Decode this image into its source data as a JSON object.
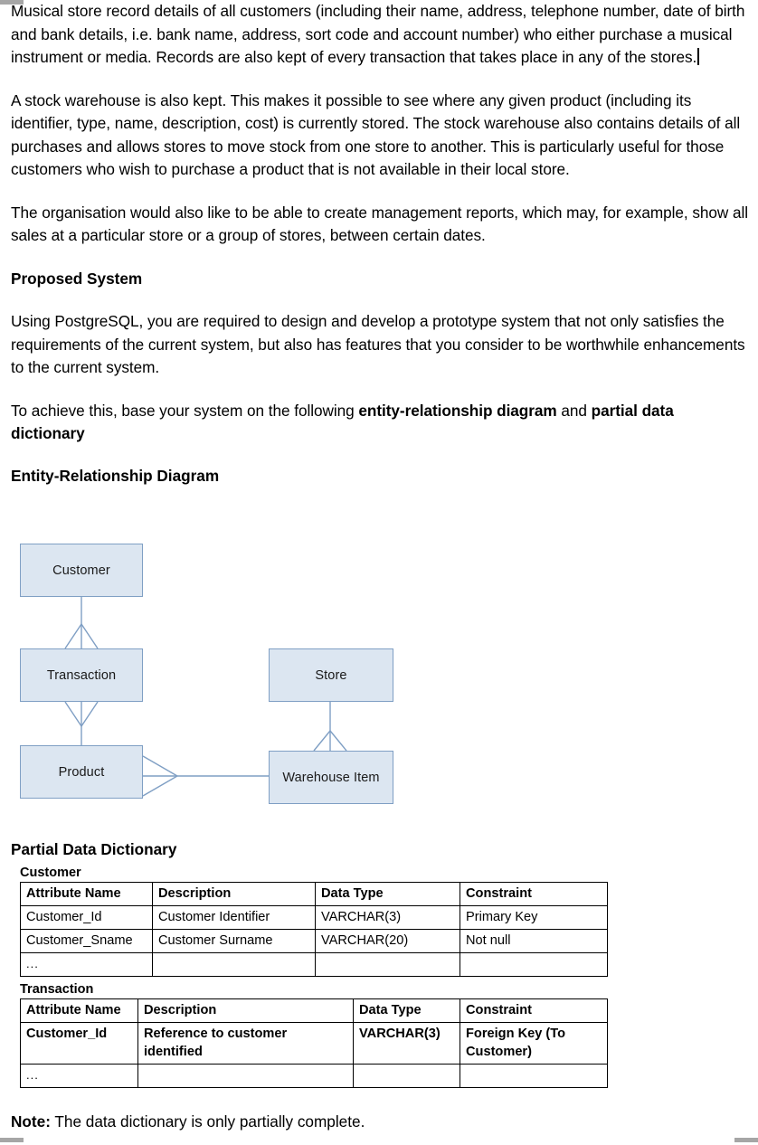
{
  "document": {
    "paragraphs": [
      "Musical store record details of all customers (including their name, address, telephone number, date of birth and bank details, i.e. bank name, address, sort code and account number) who either purchase a musical instrument or media. Records are also kept of every transaction that takes place in any of the stores.",
      "A stock warehouse is also kept. This makes it possible to see where any given product (including its identifier, type, name, description, cost) is currently stored. The stock warehouse also contains details of all purchases and allows stores to move stock from one store to another. This is particularly useful for those customers who wish to purchase a product that is not available in their local store.",
      "The organisation would also like to be able to create management reports, which may, for example, show all sales at a particular store or a group of stores, between certain dates."
    ],
    "proposed_system_heading": "Proposed System",
    "proposed_system_paragraph": "Using PostgreSQL, you are required to design and develop a prototype system that not only satisfies the requirements of the current system, but also has features that you consider to be worthwhile enhancements to the current system.",
    "achieve_prefix": "To achieve this, base your system on the following ",
    "achieve_bold_1": "entity-relationship diagram",
    "achieve_mid": " and ",
    "achieve_bold_2": "partial data dictionary",
    "erd_heading": "Entity-Relationship Diagram",
    "dictionary_heading": "Partial Data Dictionary",
    "note_label": "Note:",
    "note_text": " The data dictionary is only partially complete."
  },
  "erd": {
    "entities": [
      {
        "id": "customer",
        "label": "Customer"
      },
      {
        "id": "transaction",
        "label": "Transaction"
      },
      {
        "id": "product",
        "label": "Product"
      },
      {
        "id": "store",
        "label": "Store"
      },
      {
        "id": "warehouse",
        "label": "Warehouse Item"
      }
    ],
    "relationships": [
      {
        "from": "Customer",
        "to": "Transaction",
        "crowfoot_at": "Customer"
      },
      {
        "from": "Transaction",
        "to": "Product",
        "crowfoot_at": "Product"
      },
      {
        "from": "Store",
        "to": "Warehouse Item",
        "crowfoot_at": "Warehouse Item"
      },
      {
        "from": "Product",
        "to": "Warehouse Item",
        "crowfoot_at": "Product"
      }
    ],
    "colors": {
      "entity_fill": "#dce6f1",
      "entity_border": "#7f9fc4",
      "connector": "#7f9fc4"
    }
  },
  "tables": [
    {
      "name": "Customer",
      "columns": [
        "Attribute Name",
        "Description",
        "Data Type",
        "Constraint"
      ],
      "rows": [
        [
          "Customer_Id",
          "Customer Identifier",
          "VARCHAR(3)",
          "Primary Key"
        ],
        [
          "Customer_Sname",
          "Customer Surname",
          "VARCHAR(20)",
          "Not null"
        ],
        [
          "...",
          "",
          "",
          ""
        ]
      ],
      "bold_rows": []
    },
    {
      "name": "Transaction",
      "columns": [
        "Attribute Name",
        "Description",
        "Data Type",
        "Constraint"
      ],
      "rows": [
        [
          "Customer_Id",
          "Reference to customer identified",
          "VARCHAR(3)",
          "Foreign Key (To Customer)"
        ],
        [
          "...",
          "",
          "",
          ""
        ]
      ],
      "bold_rows": [
        0
      ]
    }
  ]
}
